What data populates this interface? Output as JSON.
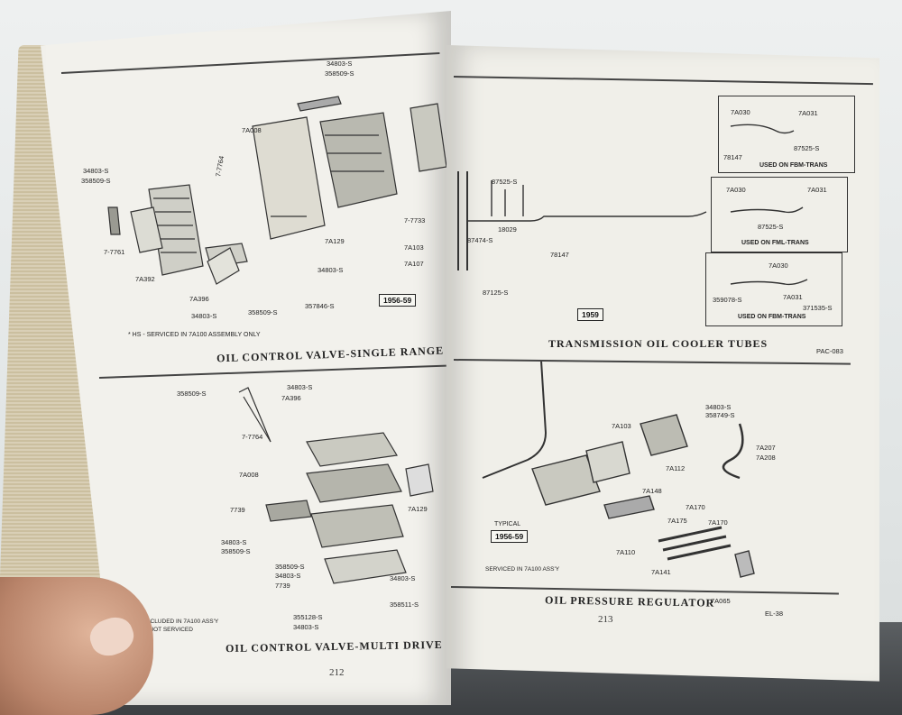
{
  "left_page": {
    "top_section": {
      "title": "OIL CONTROL VALVE-SINGLE RANGE",
      "year_tag": "1956-59",
      "footnote": "* HS - SERVICED IN 7A100 ASSEMBLY ONLY",
      "labels": [
        "34803-S",
        "358509-S",
        "7A008",
        "7-7764",
        "34803-S",
        "358509-S",
        "7-7761",
        "7A392",
        "7A396",
        "34803-S",
        "358509-S",
        "357846-S",
        "34803-S",
        "7A129",
        "7A103",
        "7A107",
        "7-7733"
      ]
    },
    "bottom_section": {
      "title": "OIL CONTROL VALVE-MULTI DRIVE",
      "labels": [
        "358509-S",
        "34803-S",
        "7A396",
        "7-7764",
        "7A008",
        "7739",
        "34803-S",
        "358509-S",
        "358509-S",
        "34803-S",
        "7739",
        "355128-S",
        "34803-S",
        "34803-S",
        "358511-S",
        "7A129"
      ],
      "footnote": [
        "INCLUDED IN 7A100 ASS'Y",
        "8 NOT SERVICED"
      ]
    },
    "page_number": "212"
  },
  "right_page": {
    "top_section": {
      "title": "TRANSMISSION OIL COOLER TUBES",
      "year_tag": "1959",
      "panel_labels": [
        {
          "parts": [
            "7A030",
            "7A031",
            "78147",
            "87525-S"
          ],
          "caption": "USED ON FBM-TRANS"
        },
        {
          "parts": [
            "7A030",
            "7A031",
            "87525-S"
          ],
          "caption": "USED ON FML-TRANS"
        },
        {
          "parts": [
            "7A030",
            "359078-S",
            "7A031",
            "371535-S"
          ],
          "caption": "USED ON FBM-TRANS"
        }
      ],
      "labels": [
        "87525-S",
        "18029",
        "87474-S",
        "87125-S",
        "78147"
      ],
      "code": "PAC-083"
    },
    "bottom_section": {
      "title": "OIL PRESSURE REGULATOR",
      "year_tag": "1956-59",
      "typical": "TYPICAL",
      "footnote": "SERVICED IN 7A100 ASS'Y",
      "labels": [
        "34803-S",
        "358749-S",
        "7A207",
        "7A208",
        "7A103",
        "7A148",
        "7A112",
        "7A170",
        "7A170",
        "7A175",
        "7A110",
        "7A141",
        "7A065"
      ],
      "code": "EL-38"
    },
    "page_number": "213"
  }
}
